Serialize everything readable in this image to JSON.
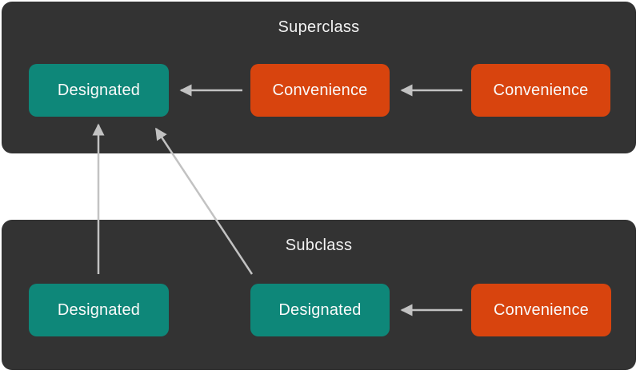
{
  "diagram": {
    "title_superclass": "Superclass",
    "title_subclass": "Subclass",
    "nodes": {
      "sc_designated": {
        "label": "Designated",
        "type": "designated"
      },
      "sc_convenience_1": {
        "label": "Convenience",
        "type": "convenience"
      },
      "sc_convenience_2": {
        "label": "Convenience",
        "type": "convenience"
      },
      "sub_designated_1": {
        "label": "Designated",
        "type": "designated"
      },
      "sub_designated_2": {
        "label": "Designated",
        "type": "designated"
      },
      "sub_convenience": {
        "label": "Convenience",
        "type": "convenience"
      }
    },
    "edges": [
      {
        "from": "sc_convenience_1",
        "to": "sc_designated",
        "style": "horizontal"
      },
      {
        "from": "sc_convenience_2",
        "to": "sc_convenience_1",
        "style": "horizontal"
      },
      {
        "from": "sub_convenience",
        "to": "sub_designated_2",
        "style": "horizontal"
      },
      {
        "from": "sub_designated_1",
        "to": "sc_designated",
        "style": "vertical-up"
      },
      {
        "from": "sub_designated_2",
        "to": "sc_designated",
        "style": "diagonal-up"
      }
    ],
    "colors": {
      "designated": "#0e8779",
      "convenience": "#d8440e",
      "panel": "#333333",
      "arrow": "#c2c2c2",
      "text": "#fafafa",
      "background": "#ffffff"
    }
  }
}
